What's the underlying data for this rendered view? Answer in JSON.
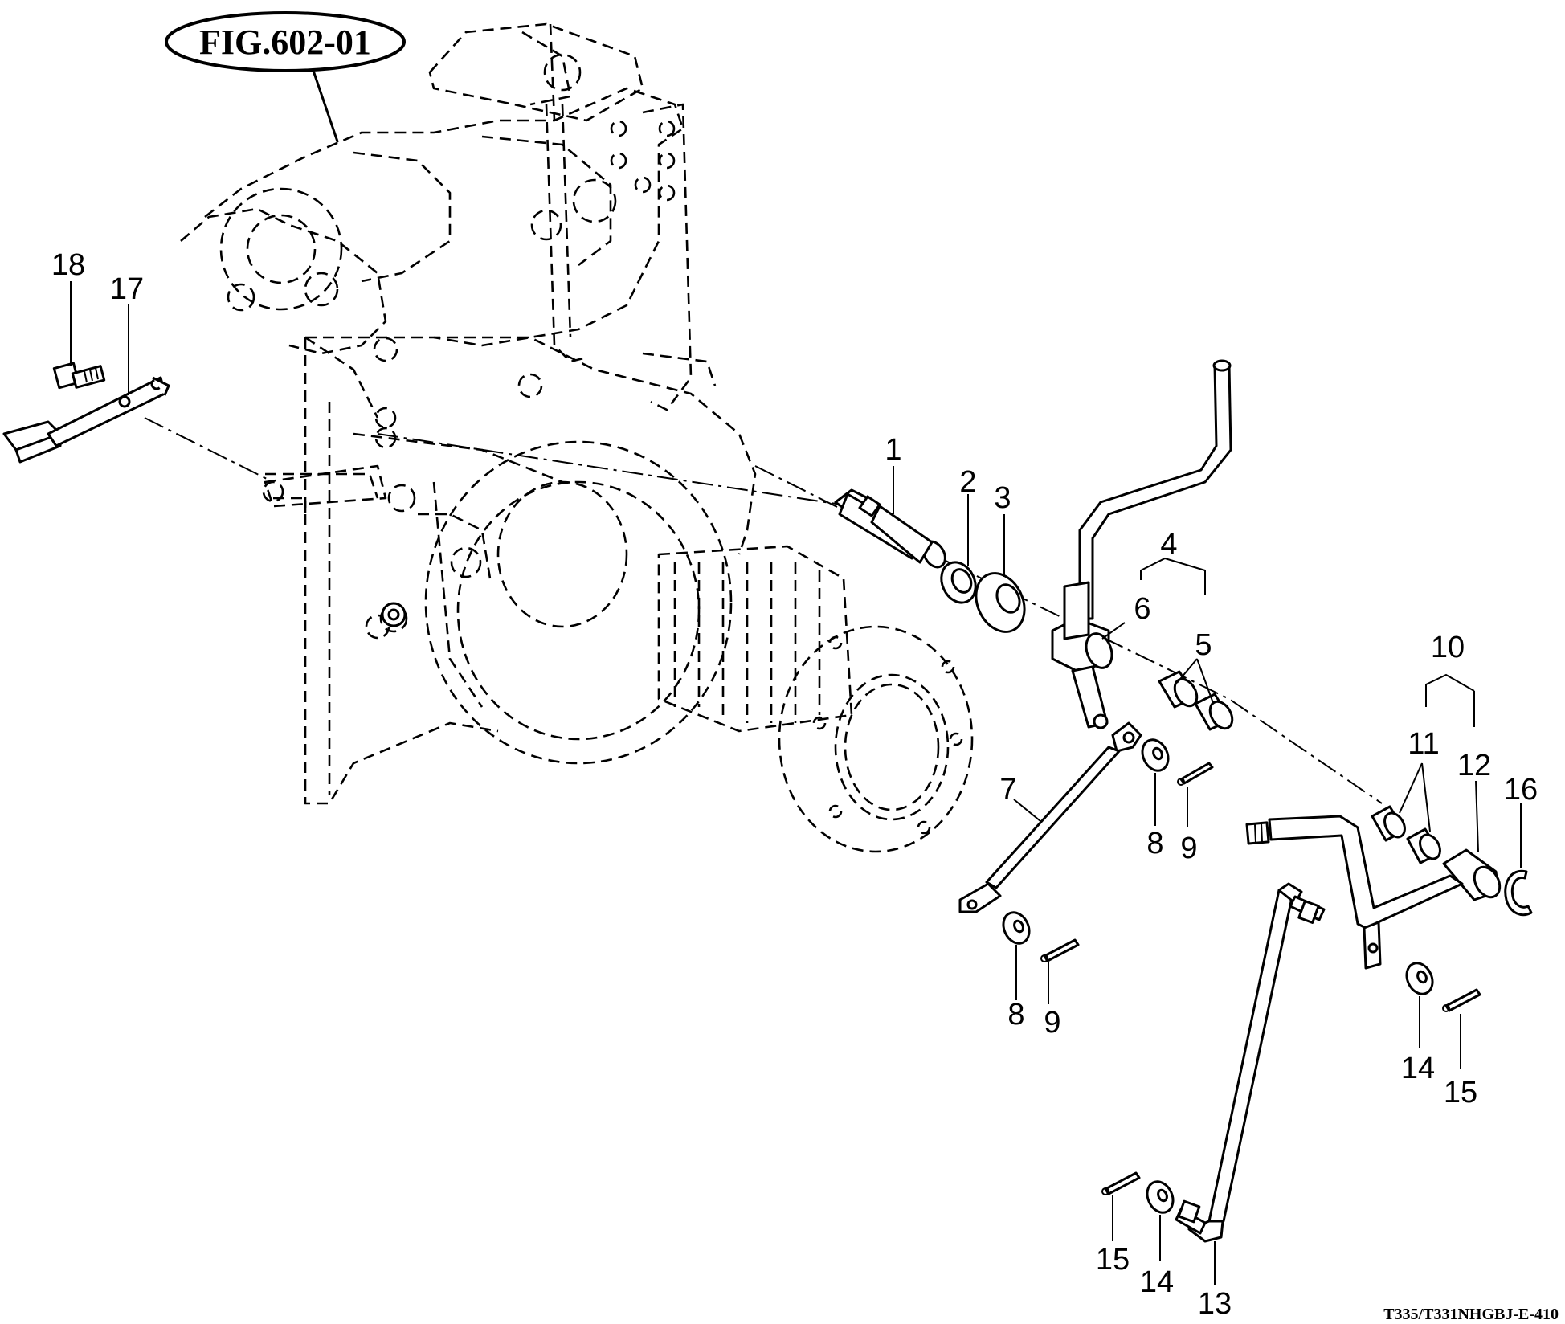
{
  "figure_ref": "FIG.602-01",
  "drawing_code": "T335/T331NHGBJ-E-410",
  "callouts": [
    {
      "id": "c1",
      "text": "1"
    },
    {
      "id": "c2",
      "text": "2"
    },
    {
      "id": "c3",
      "text": "3"
    },
    {
      "id": "c4",
      "text": "4"
    },
    {
      "id": "c5",
      "text": "5"
    },
    {
      "id": "c6",
      "text": "6"
    },
    {
      "id": "c7",
      "text": "7"
    },
    {
      "id": "c8a",
      "text": "8"
    },
    {
      "id": "c9a",
      "text": "9"
    },
    {
      "id": "c8b",
      "text": "8"
    },
    {
      "id": "c9b",
      "text": "9"
    },
    {
      "id": "c10",
      "text": "10"
    },
    {
      "id": "c11",
      "text": "11"
    },
    {
      "id": "c12",
      "text": "12"
    },
    {
      "id": "c16",
      "text": "16"
    },
    {
      "id": "c14a",
      "text": "14"
    },
    {
      "id": "c15a",
      "text": "15"
    },
    {
      "id": "c13",
      "text": "13"
    },
    {
      "id": "c14b",
      "text": "14"
    },
    {
      "id": "c15b",
      "text": "15"
    },
    {
      "id": "c17",
      "text": "17"
    },
    {
      "id": "c18",
      "text": "18"
    }
  ]
}
